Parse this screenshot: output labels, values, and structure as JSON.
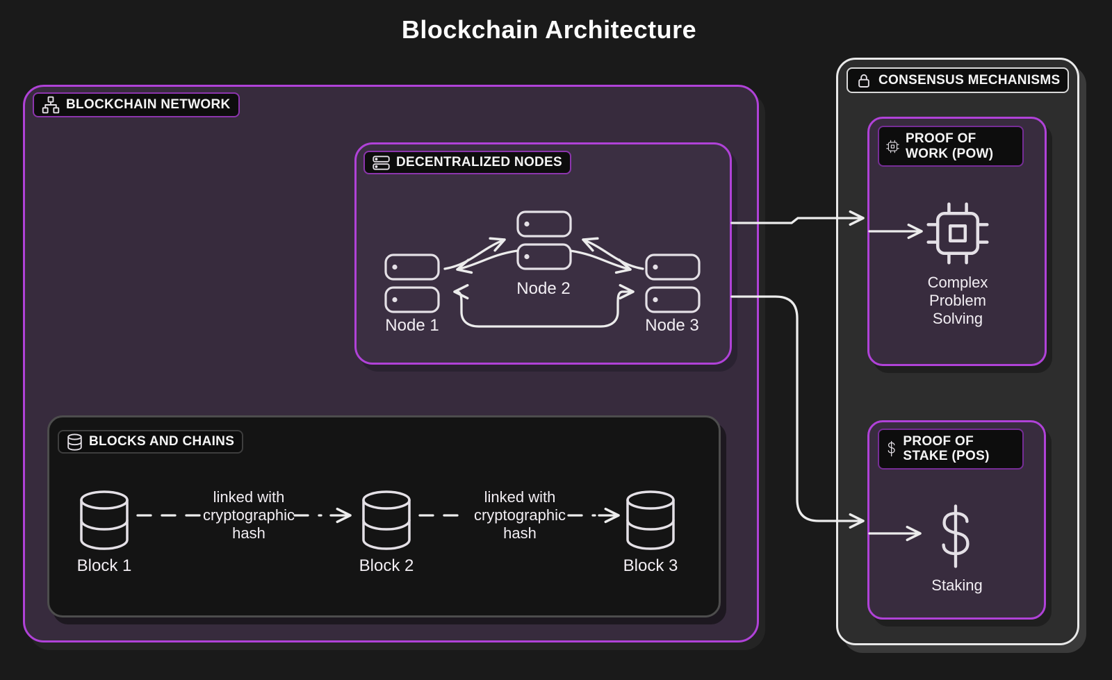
{
  "title": "Blockchain Architecture",
  "network": {
    "label": "BLOCKCHAIN NETWORK",
    "decentralized_nodes": {
      "label": "DECENTRALIZED NODES",
      "nodes": [
        "Node 1",
        "Node 2",
        "Node 3"
      ]
    },
    "blocks_and_chains": {
      "label": "BLOCKS AND CHAINS",
      "blocks": [
        "Block 1",
        "Block 2",
        "Block 3"
      ],
      "link_caption": "linked with cryptographic hash"
    }
  },
  "consensus": {
    "label": "CONSENSUS MECHANISMS",
    "pow": {
      "label": "PROOF OF WORK (POW)",
      "caption": "Complex Problem Solving"
    },
    "pos": {
      "label": "PROOF OF STAKE (POS)",
      "caption": "Staking"
    }
  },
  "colors": {
    "background": "#1a1a1a",
    "purple_border": "#b042d8",
    "purple_fill": "#372b3d",
    "consensus_fill": "#2d2d2d",
    "blocks_fill": "#141414",
    "chip_fill": "#0d0d0d",
    "stroke_white": "#ececec"
  }
}
